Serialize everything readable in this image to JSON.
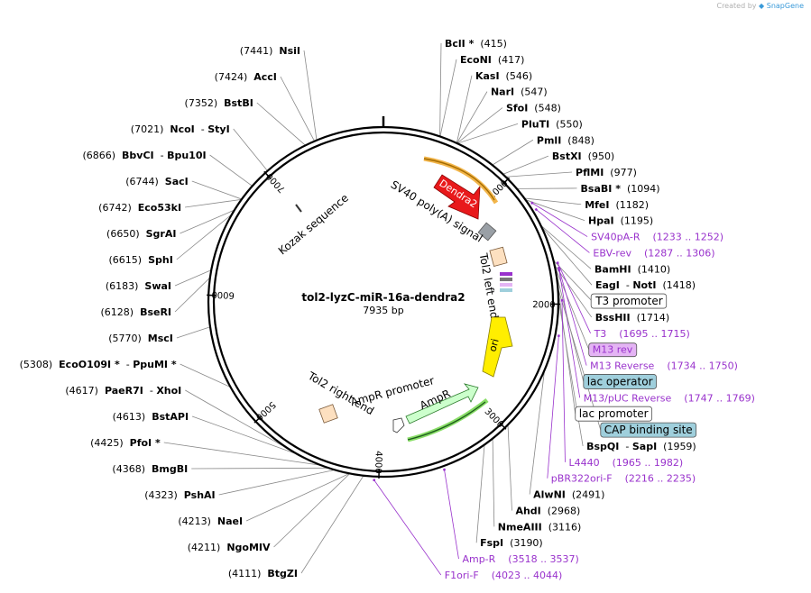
{
  "app": {
    "credit_prefix": "Created by",
    "credit_brand": "SnapGene"
  },
  "plasmid": {
    "name": "tol2-lyzC-miR-16a-dendra2",
    "size_label": "7935 bp",
    "length": 7935
  },
  "colors": {
    "primer": "#9932cc",
    "dendra2": "#e8191b",
    "ori": "#ffee00",
    "ampr": "#ccffcc",
    "ampr_border": "#2a7a2a",
    "polyA": "#9aa0a6",
    "tol2": "#fde0c0",
    "lac_operator": "#9fcfdc",
    "cap_site": "#9fcfdc",
    "m13rev": "#e4b4f4"
  },
  "ticks": [
    {
      "bp": 1000,
      "label": "1000"
    },
    {
      "bp": 2000,
      "label": "2000"
    },
    {
      "bp": 3000,
      "label": "3000"
    },
    {
      "bp": 4000,
      "label": "4000"
    },
    {
      "bp": 5000,
      "label": "5000"
    },
    {
      "bp": 6000,
      "label": "6000"
    },
    {
      "bp": 7000,
      "label": "7000"
    }
  ],
  "right_labels": [
    {
      "id": "bcli",
      "parts": [
        {
          "t": "BclI *",
          "k": "ename"
        },
        {
          "t": "  (415)",
          "k": "epos"
        }
      ],
      "bp": 415
    },
    {
      "id": "econi",
      "parts": [
        {
          "t": "EcoNI",
          "k": "ename"
        },
        {
          "t": "  (417)",
          "k": "epos"
        }
      ],
      "bp": 417
    },
    {
      "id": "kasi",
      "parts": [
        {
          "t": "KasI",
          "k": "ename"
        },
        {
          "t": "  (546)",
          "k": "epos"
        }
      ],
      "bp": 546
    },
    {
      "id": "nari",
      "parts": [
        {
          "t": "NarI",
          "k": "ename"
        },
        {
          "t": "  (547)",
          "k": "epos"
        }
      ],
      "bp": 547
    },
    {
      "id": "sfoi",
      "parts": [
        {
          "t": "SfoI",
          "k": "ename"
        },
        {
          "t": "  (548)",
          "k": "epos"
        }
      ],
      "bp": 548
    },
    {
      "id": "pluti",
      "parts": [
        {
          "t": "PluTI",
          "k": "ename"
        },
        {
          "t": "  (550)",
          "k": "epos"
        }
      ],
      "bp": 550
    },
    {
      "id": "pmli",
      "parts": [
        {
          "t": "PmlI",
          "k": "ename"
        },
        {
          "t": "  (848)",
          "k": "epos"
        }
      ],
      "bp": 848
    },
    {
      "id": "bstxi",
      "parts": [
        {
          "t": "BstXI",
          "k": "ename"
        },
        {
          "t": "  (950)",
          "k": "epos"
        }
      ],
      "bp": 950
    },
    {
      "id": "pflmi",
      "parts": [
        {
          "t": "PflMI",
          "k": "ename"
        },
        {
          "t": "  (977)",
          "k": "epos"
        }
      ],
      "bp": 977
    },
    {
      "id": "bsabi",
      "parts": [
        {
          "t": "BsaBI *",
          "k": "ename"
        },
        {
          "t": "  (1094)",
          "k": "epos"
        }
      ],
      "bp": 1094
    },
    {
      "id": "mfei",
      "parts": [
        {
          "t": "MfeI",
          "k": "ename"
        },
        {
          "t": "  (1182)",
          "k": "epos"
        }
      ],
      "bp": 1182
    },
    {
      "id": "hpai",
      "parts": [
        {
          "t": "HpaI",
          "k": "ename"
        },
        {
          "t": "  (1195)",
          "k": "epos"
        }
      ],
      "bp": 1195
    },
    {
      "id": "sv40par",
      "parts": [
        {
          "t": "SV40pA-R",
          "k": "plabel"
        },
        {
          "t": "    (1233 .. 1252)",
          "k": "plabel"
        }
      ],
      "bp": 1242,
      "primer": true
    },
    {
      "id": "ebvrev",
      "parts": [
        {
          "t": "EBV-rev",
          "k": "plabel"
        },
        {
          "t": "    (1287 .. 1306)",
          "k": "plabel"
        }
      ],
      "bp": 1296,
      "primer": true
    },
    {
      "id": "bamhi",
      "parts": [
        {
          "t": "BamHI",
          "k": "ename"
        },
        {
          "t": "  (1410)",
          "k": "epos"
        }
      ],
      "bp": 1410
    },
    {
      "id": "eagi",
      "parts": [
        {
          "t": "EagI",
          "k": "ename"
        },
        {
          "t": "  - ",
          "k": "epos"
        },
        {
          "t": "NotI",
          "k": "ename"
        },
        {
          "t": "  (1418)",
          "k": "epos"
        }
      ],
      "bp": 1418
    },
    {
      "id": "t3prom",
      "parts": [
        {
          "t": "T3 promoter",
          "k": "flabel"
        }
      ],
      "bp": 1680,
      "box": "#ffffff"
    },
    {
      "id": "bsshii",
      "parts": [
        {
          "t": "BssHII",
          "k": "ename"
        },
        {
          "t": "  (1714)",
          "k": "epos"
        }
      ],
      "bp": 1714
    },
    {
      "id": "t3",
      "parts": [
        {
          "t": "T3",
          "k": "plabel"
        },
        {
          "t": "    (1695 .. 1715)",
          "k": "plabel"
        }
      ],
      "bp": 1705,
      "primer": true
    },
    {
      "id": "m13rev",
      "parts": [
        {
          "t": "M13 rev",
          "k": "plabel"
        }
      ],
      "bp": 1725,
      "box": "#e4b4f4"
    },
    {
      "id": "m13reverse",
      "parts": [
        {
          "t": "M13 Reverse",
          "k": "plabel"
        },
        {
          "t": "    (1734 .. 1750)",
          "k": "plabel"
        }
      ],
      "bp": 1742,
      "primer": true
    },
    {
      "id": "lacop",
      "parts": [
        {
          "t": "lac operator",
          "k": "flabel"
        }
      ],
      "bp": 1755,
      "box": "#9fcfdc"
    },
    {
      "id": "m13puc",
      "parts": [
        {
          "t": "M13/pUC Reverse",
          "k": "plabel"
        },
        {
          "t": "    (1747 .. 1769)",
          "k": "plabel"
        }
      ],
      "bp": 1758,
      "primer": true
    },
    {
      "id": "lacprom",
      "parts": [
        {
          "t": "lac promoter",
          "k": "flabel"
        }
      ],
      "bp": 1800,
      "box": "#ffffff"
    },
    {
      "id": "capsite",
      "parts": [
        {
          "t": "CAP binding site",
          "k": "flabel"
        }
      ],
      "bp": 1880,
      "box": "#9fcfdc"
    },
    {
      "id": "bspqi",
      "parts": [
        {
          "t": "BspQI",
          "k": "ename"
        },
        {
          "t": "  - ",
          "k": "epos"
        },
        {
          "t": "SapI",
          "k": "ename"
        },
        {
          "t": "  (1959)",
          "k": "epos"
        }
      ],
      "bp": 1959
    },
    {
      "id": "l4440",
      "parts": [
        {
          "t": "L4440",
          "k": "plabel"
        },
        {
          "t": "    (1965 .. 1982)",
          "k": "plabel"
        }
      ],
      "bp": 1973,
      "primer": true
    },
    {
      "id": "pbr322",
      "parts": [
        {
          "t": "pBR322ori-F",
          "k": "plabel"
        },
        {
          "t": "    (2216 .. 2235)",
          "k": "plabel"
        }
      ],
      "bp": 2225,
      "primer": true
    },
    {
      "id": "alwni",
      "parts": [
        {
          "t": "AlwNI",
          "k": "ename"
        },
        {
          "t": "  (2491)",
          "k": "epos"
        }
      ],
      "bp": 2491
    },
    {
      "id": "ahdi",
      "parts": [
        {
          "t": "AhdI",
          "k": "ename"
        },
        {
          "t": "  (2968)",
          "k": "epos"
        }
      ],
      "bp": 2968
    },
    {
      "id": "nmeaiii",
      "parts": [
        {
          "t": "NmeAIII",
          "k": "ename"
        },
        {
          "t": "  (3116)",
          "k": "epos"
        }
      ],
      "bp": 3116
    },
    {
      "id": "fspi",
      "parts": [
        {
          "t": "FspI",
          "k": "ename"
        },
        {
          "t": "  (3190)",
          "k": "epos"
        }
      ],
      "bp": 3190
    },
    {
      "id": "ampr_p",
      "parts": [
        {
          "t": "Amp-R",
          "k": "plabel"
        },
        {
          "t": "    (3518 .. 3537)",
          "k": "plabel"
        }
      ],
      "bp": 3528,
      "primer": true
    },
    {
      "id": "f1ori",
      "parts": [
        {
          "t": "F1ori-F",
          "k": "plabel"
        },
        {
          "t": "    (4023 .. 4044)",
          "k": "plabel"
        }
      ],
      "bp": 4033,
      "primer": true
    }
  ],
  "left_labels": [
    {
      "id": "btgzi",
      "parts": [
        {
          "t": "(4111)  ",
          "k": "epos"
        },
        {
          "t": "BtgZI",
          "k": "ename"
        }
      ],
      "bp": 4111
    },
    {
      "id": "ngomiv",
      "parts": [
        {
          "t": "(4211)  ",
          "k": "epos"
        },
        {
          "t": "NgoMIV",
          "k": "ename"
        }
      ],
      "bp": 4211
    },
    {
      "id": "naei",
      "parts": [
        {
          "t": "(4213)  ",
          "k": "epos"
        },
        {
          "t": "NaeI",
          "k": "ename"
        }
      ],
      "bp": 4213
    },
    {
      "id": "pshai",
      "parts": [
        {
          "t": "(4323)  ",
          "k": "epos"
        },
        {
          "t": "PshAI",
          "k": "ename"
        }
      ],
      "bp": 4323
    },
    {
      "id": "bmgbi",
      "parts": [
        {
          "t": "(4368)  ",
          "k": "epos"
        },
        {
          "t": "BmgBI",
          "k": "ename"
        }
      ],
      "bp": 4368
    },
    {
      "id": "pfoi",
      "parts": [
        {
          "t": "(4425)  ",
          "k": "epos"
        },
        {
          "t": "PfoI *",
          "k": "ename"
        }
      ],
      "bp": 4425
    },
    {
      "id": "bstapi",
      "parts": [
        {
          "t": "(4613)  ",
          "k": "epos"
        },
        {
          "t": "BstAPI",
          "k": "ename"
        }
      ],
      "bp": 4613
    },
    {
      "id": "paer7i",
      "parts": [
        {
          "t": "(4617)  ",
          "k": "epos"
        },
        {
          "t": "PaeR7I",
          "k": "ename"
        },
        {
          "t": "  - ",
          "k": "epos"
        },
        {
          "t": "XhoI",
          "k": "ename"
        }
      ],
      "bp": 4617
    },
    {
      "id": "ecoo109i",
      "parts": [
        {
          "t": "(5308)  ",
          "k": "epos"
        },
        {
          "t": "EcoO109I *",
          "k": "ename"
        },
        {
          "t": "  - ",
          "k": "epos"
        },
        {
          "t": "PpuMI *",
          "k": "ename"
        }
      ],
      "bp": 5308
    },
    {
      "id": "msci",
      "parts": [
        {
          "t": "(5770)  ",
          "k": "epos"
        },
        {
          "t": "MscI",
          "k": "ename"
        }
      ],
      "bp": 5770
    },
    {
      "id": "bseri",
      "parts": [
        {
          "t": "(6128)  ",
          "k": "epos"
        },
        {
          "t": "BseRI",
          "k": "ename"
        }
      ],
      "bp": 6128
    },
    {
      "id": "swai",
      "parts": [
        {
          "t": "(6183)  ",
          "k": "epos"
        },
        {
          "t": "SwaI",
          "k": "ename"
        }
      ],
      "bp": 6183
    },
    {
      "id": "sphi",
      "parts": [
        {
          "t": "(6615)  ",
          "k": "epos"
        },
        {
          "t": "SphI",
          "k": "ename"
        }
      ],
      "bp": 6615
    },
    {
      "id": "sgrai",
      "parts": [
        {
          "t": "(6650)  ",
          "k": "epos"
        },
        {
          "t": "SgrAI",
          "k": "ename"
        }
      ],
      "bp": 6650
    },
    {
      "id": "eco53ki",
      "parts": [
        {
          "t": "(6742)  ",
          "k": "epos"
        },
        {
          "t": "Eco53kI",
          "k": "ename"
        }
      ],
      "bp": 6742
    },
    {
      "id": "saci",
      "parts": [
        {
          "t": "(6744)  ",
          "k": "epos"
        },
        {
          "t": "SacI",
          "k": "ename"
        }
      ],
      "bp": 6744
    },
    {
      "id": "bbvci",
      "parts": [
        {
          "t": "(6866)  ",
          "k": "epos"
        },
        {
          "t": "BbvCI",
          "k": "ename"
        },
        {
          "t": "  - ",
          "k": "epos"
        },
        {
          "t": "Bpu10I",
          "k": "ename"
        }
      ],
      "bp": 6866
    },
    {
      "id": "ncoi",
      "parts": [
        {
          "t": "(7021)  ",
          "k": "epos"
        },
        {
          "t": "NcoI",
          "k": "ename"
        },
        {
          "t": "  - ",
          "k": "epos"
        },
        {
          "t": "StyI",
          "k": "ename"
        }
      ],
      "bp": 7021
    },
    {
      "id": "bstbi",
      "parts": [
        {
          "t": "(7352)  ",
          "k": "epos"
        },
        {
          "t": "BstBI",
          "k": "ename"
        }
      ],
      "bp": 7352
    },
    {
      "id": "acci",
      "parts": [
        {
          "t": "(7424)  ",
          "k": "epos"
        },
        {
          "t": "AccI",
          "k": "ename"
        }
      ],
      "bp": 7424
    },
    {
      "id": "nsii",
      "parts": [
        {
          "t": "(7441)  ",
          "k": "epos"
        },
        {
          "t": "NsiI",
          "k": "ename"
        }
      ],
      "bp": 7441
    }
  ],
  "features": {
    "dendra2": "Dendra2",
    "ori": "ori",
    "ampr": "AmpR",
    "ampr_promoter": "AmpR promoter",
    "sv40": "SV40 poly(A) signal",
    "tol2_left": "Tol2 left end",
    "tol2_right": "Tol2 right end",
    "kozak": "Kozak sequence"
  }
}
